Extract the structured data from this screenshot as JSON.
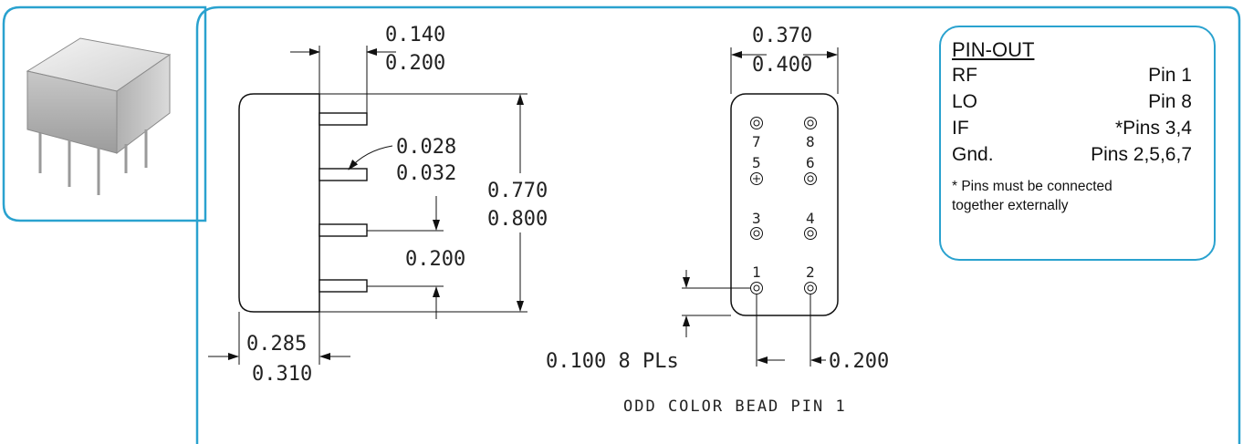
{
  "product_photo": {
    "icon": "rf-mixer-package-photo"
  },
  "dimensions": {
    "pin_spacing_range": [
      "0.140",
      "0.200"
    ],
    "width_range": [
      "0.370",
      "0.400"
    ],
    "pin_dia_range": [
      "0.028",
      "0.032"
    ],
    "length_range": [
      "0.770",
      "0.800"
    ],
    "pin_pitch_side": "0.200",
    "height_range": [
      "0.285",
      "0.310"
    ],
    "pin_edge_distance": "0.100 8 PLs",
    "pin_pitch_bottom": "0.200"
  },
  "pin_numbers": [
    "7",
    "8",
    "5",
    "6",
    "3",
    "4",
    "1",
    "2"
  ],
  "note": "ODD COLOR BEAD PIN 1",
  "pinout": {
    "title": "PIN-OUT",
    "rows": [
      {
        "name": "RF",
        "value": "Pin 1"
      },
      {
        "name": "LO",
        "value": "Pin 8"
      },
      {
        "name": "IF",
        "value": "*Pins 3,4"
      },
      {
        "name": "Gnd.",
        "value": "Pins 2,5,6,7"
      }
    ],
    "footnote_line1": "* Pins must be connected",
    "footnote_line2": "together externally"
  },
  "colors": {
    "frame": "#2aa2cf"
  }
}
